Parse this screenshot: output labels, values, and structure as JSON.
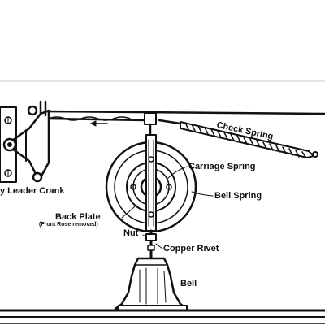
{
  "labels": {
    "check_spring": "Check Spring",
    "carriage_spring": "Carriage Spring",
    "bell_spring": "Bell Spring",
    "back_plate": "Back Plate",
    "front_rose_removed": "(Front Rose removed)",
    "leader_crank": "y Leader Crank",
    "nut": "Nut",
    "copper_rivet": "Copper Rivet",
    "bell": "Bell"
  },
  "colors": {
    "ink": "#111111",
    "paper": "#ffffff"
  }
}
